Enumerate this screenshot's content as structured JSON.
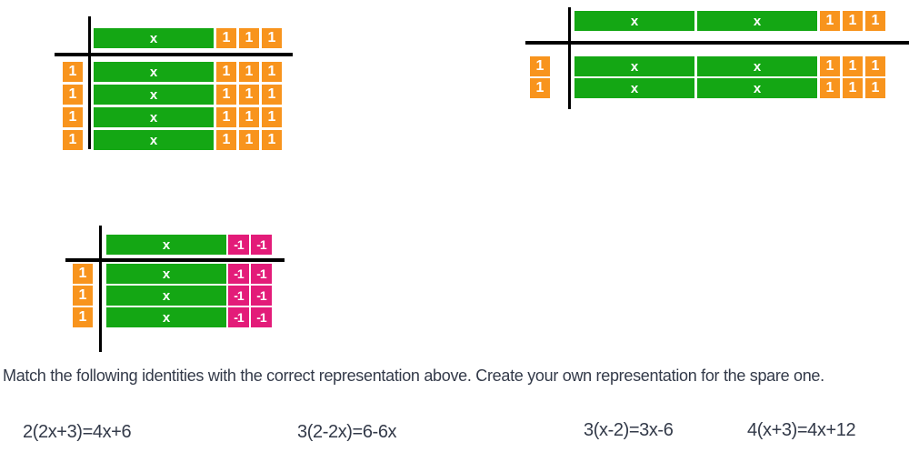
{
  "colors": {
    "x_tile": "#14a714",
    "unit_tile": "#f8941d",
    "neg_unit_tile": "#e31c79",
    "axis": "#000000",
    "text": "#333a49"
  },
  "tile_labels": {
    "x": "x",
    "unit": "1",
    "neg_unit": "-1"
  },
  "diagrams": [
    {
      "position": "top-left",
      "header": [
        "x",
        "1",
        "1",
        "1"
      ],
      "left": [
        "1",
        "1",
        "1",
        "1"
      ],
      "body": [
        [
          "x",
          "1",
          "1",
          "1"
        ],
        [
          "x",
          "1",
          "1",
          "1"
        ],
        [
          "x",
          "1",
          "1",
          "1"
        ],
        [
          "x",
          "1",
          "1",
          "1"
        ]
      ]
    },
    {
      "position": "top-right",
      "header": [
        "x",
        "x",
        "1",
        "1",
        "1"
      ],
      "left": [
        "1",
        "1"
      ],
      "body": [
        [
          "x",
          "x",
          "1",
          "1",
          "1"
        ],
        [
          "x",
          "x",
          "1",
          "1",
          "1"
        ]
      ]
    },
    {
      "position": "bottom-left",
      "header": [
        "x",
        "-1",
        "-1"
      ],
      "left": [
        "1",
        "1",
        "1"
      ],
      "body": [
        [
          "x",
          "-1",
          "-1"
        ],
        [
          "x",
          "-1",
          "-1"
        ],
        [
          "x",
          "-1",
          "-1"
        ]
      ]
    }
  ],
  "instruction": "Match the following identities with the correct representation above. Create your own representation for the spare one.",
  "identities": [
    {
      "text": "2(2x+3)=4x+6"
    },
    {
      "text": "3(2-2x)=6-6x"
    },
    {
      "text": "3(x-2)=3x-6"
    },
    {
      "text": "4(x+3)=4x+12"
    }
  ]
}
